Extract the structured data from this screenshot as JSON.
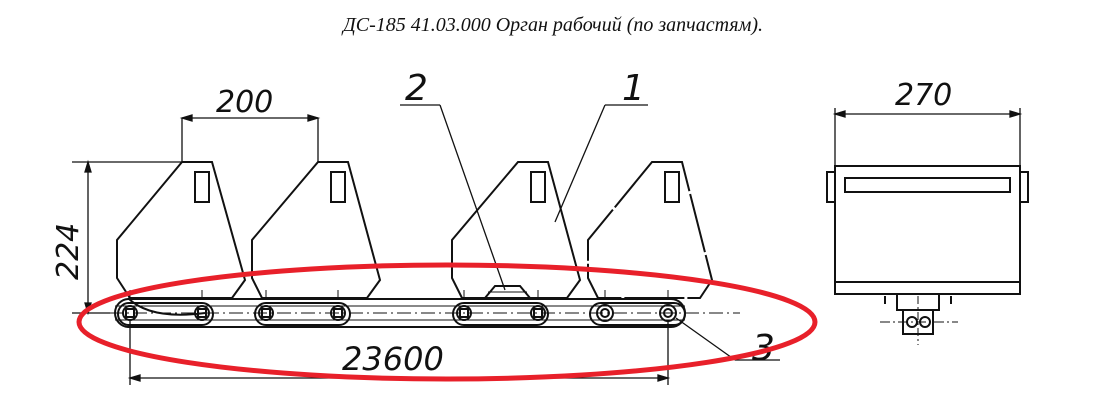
{
  "title": "ДС-185 41.03.000  Орган рабочий  (по запчастям).",
  "dimensions": {
    "bucket_pitch": "200",
    "height": "224",
    "chain_length": "23600",
    "width": "270"
  },
  "callouts": [
    "1",
    "2",
    "3"
  ],
  "highlight_color": "#e8202a",
  "line_color": "#111111"
}
